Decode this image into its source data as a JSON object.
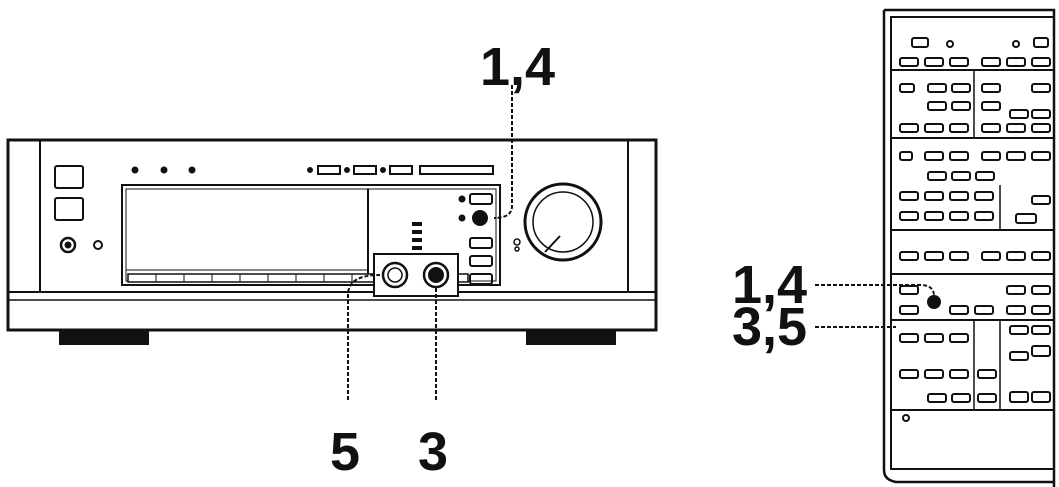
{
  "callouts": {
    "receiver_top": "1,4",
    "receiver_bottom_left": "5",
    "receiver_bottom_right": "3",
    "remote_upper": "1,4",
    "remote_lower": "3,5"
  }
}
